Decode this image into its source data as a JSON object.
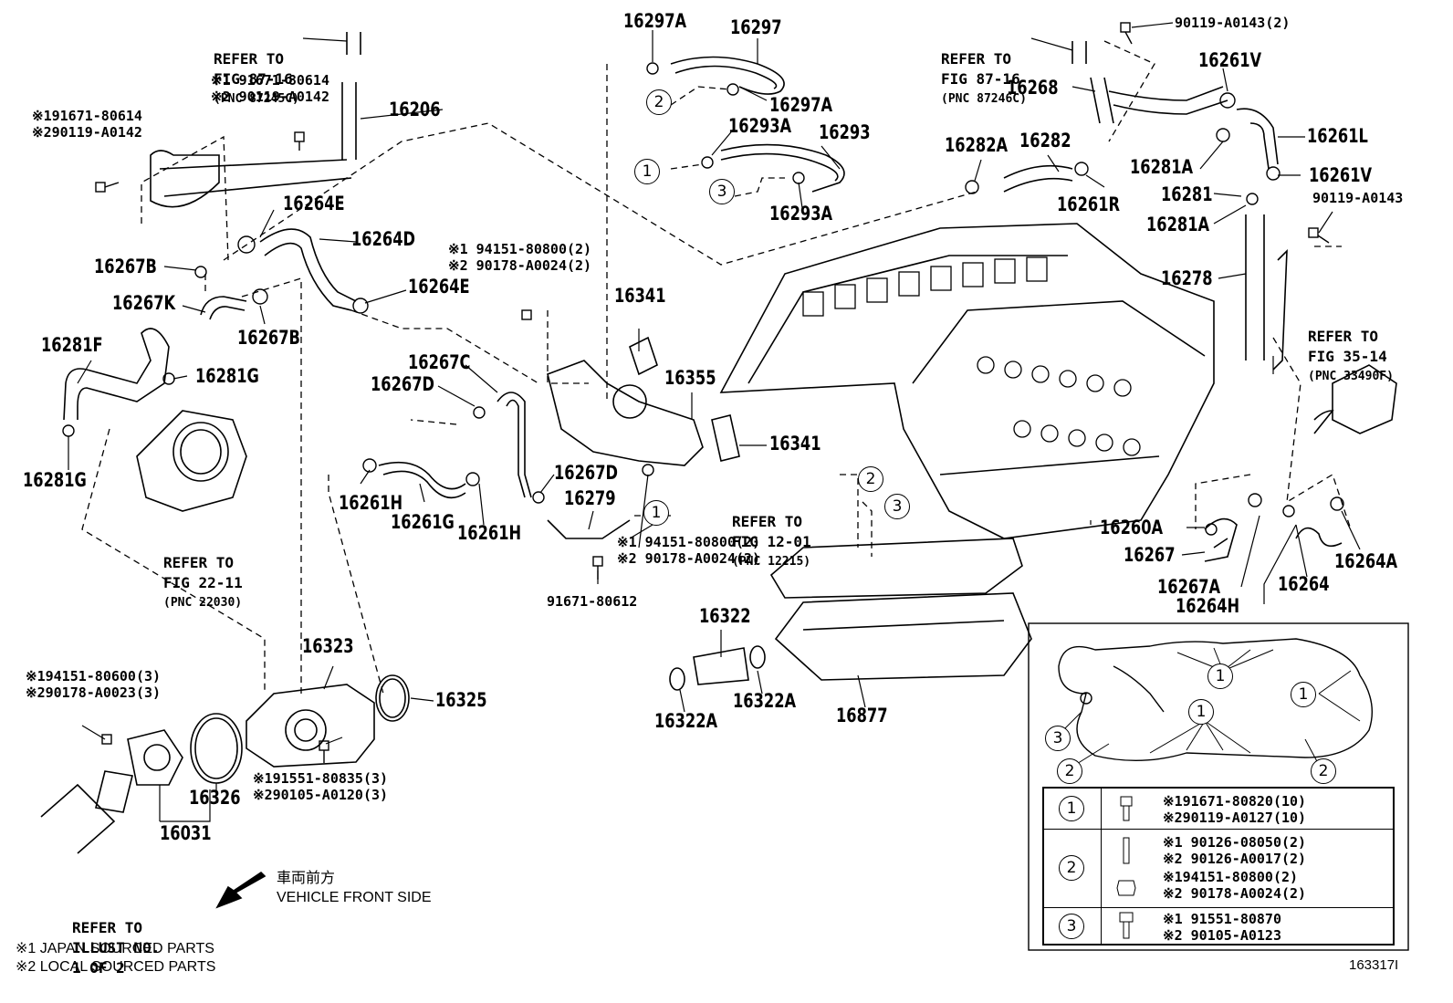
{
  "labels": {
    "p16297A_1": "16297A",
    "p16297": "16297",
    "p16297A_2": "16297A",
    "p16293A_1": "16293A",
    "p16293": "16293",
    "p16293A_2": "16293A",
    "p16206": "16206",
    "p16264E_1": "16264E",
    "p16264D": "16264D",
    "p16264E_2": "16264E",
    "p16267B_1": "16267B",
    "p16267K": "16267K",
    "p16267B_2": "16267B",
    "p16281F": "16281F",
    "p16281G_1": "16281G",
    "p16281G_2": "16281G",
    "p16267C": "16267C",
    "p16267D_1": "16267D",
    "p16267D_2": "16267D",
    "p16341_1": "16341",
    "p16355": "16355",
    "p16341_2": "16341",
    "p16279": "16279",
    "p16261H_1": "16261H",
    "p16261G": "16261G",
    "p16261H_2": "16261H",
    "p16323": "16323",
    "p16325": "16325",
    "p16326": "16326",
    "p16031": "16031",
    "p16322": "16322",
    "p16322A_1": "16322A",
    "p16322A_2": "16322A",
    "p16877": "16877",
    "p16282A": "16282A",
    "p16282": "16282",
    "p16268": "16268",
    "p16261V_1": "16261V",
    "p16261L": "16261L",
    "p16281A_1": "16281A",
    "p16261V_2": "16261V",
    "p16281": "16281",
    "p16261R": "16261R",
    "p16281A_2": "16281A",
    "p16278": "16278",
    "p16260A": "16260A",
    "p16267": "16267",
    "p16267A": "16267A",
    "p16264H": "16264H",
    "p16264": "16264",
    "p16264A": "16264A"
  },
  "small": {
    "s_9011943": "90119-A0143(2)",
    "s_90119a0143": "90119-A0143",
    "s_91671_80612": "91671-80612",
    "t_tl_1": "※191671-80614",
    "t_tl_2": "※290119-A0142",
    "t_top_1": "※1 91671-80614",
    "t_top_2": "※2 90119-A0142",
    "t_mid_1": "※1 94151-80800(2)",
    "t_mid_2": "※2 90178-A0024(2)",
    "t_low_1": "※1 94151-80800(2)",
    "t_low_2": "※2 90178-A0024(2)",
    "t_th_1": "※194151-80600(3)",
    "t_th_2": "※290178-A0023(3)",
    "t_bolt_1": "※191551-80835(3)",
    "t_bolt_2": "※290105-A0120(3)"
  },
  "refs": {
    "r1": {
      "a": "REFER TO",
      "b": "FIG 87-16",
      "c": "(PNC 87245C)"
    },
    "r2": {
      "a": "REFER TO",
      "b": "FIG 87-16",
      "c": "(PNC 87246C)"
    },
    "r3": {
      "a": "REFER TO",
      "b": "FIG 35-14",
      "c": "(PNC 33490F)"
    },
    "r4": {
      "a": "REFER TO",
      "b": "FIG 22-11",
      "c": "(PNC 22030)"
    },
    "r5": {
      "a": "REFER TO",
      "b": "FIG 12-01",
      "c": "(PNC 12215)"
    },
    "r6": {
      "a": "REFER TO",
      "b": "ILLUST NO.",
      "c": "1 OF 2"
    }
  },
  "circles": {
    "one": "1",
    "two": "2",
    "three": "3"
  },
  "direction": {
    "jp": "車両前方",
    "en": "VEHICLE FRONT SIDE"
  },
  "legend": {
    "l1": "※1 JAPAN SOURCED PARTS",
    "l2": "※2 LOCAL SOURCED PARTS"
  },
  "figure_id": "163317I",
  "fastener_table": {
    "rows": [
      {
        "key": "1",
        "lines": [
          "※191671-80820(10)",
          "※290119-A0127(10)"
        ]
      },
      {
        "key": "2",
        "lines": [
          "※1 90126-08050(2)",
          "※2 90126-A0017(2)",
          "※194151-80800(2)",
          "※2 90178-A0024(2)"
        ]
      },
      {
        "key": "3",
        "lines": [
          "※1 91551-80870",
          "※2 90105-A0123"
        ]
      }
    ]
  }
}
